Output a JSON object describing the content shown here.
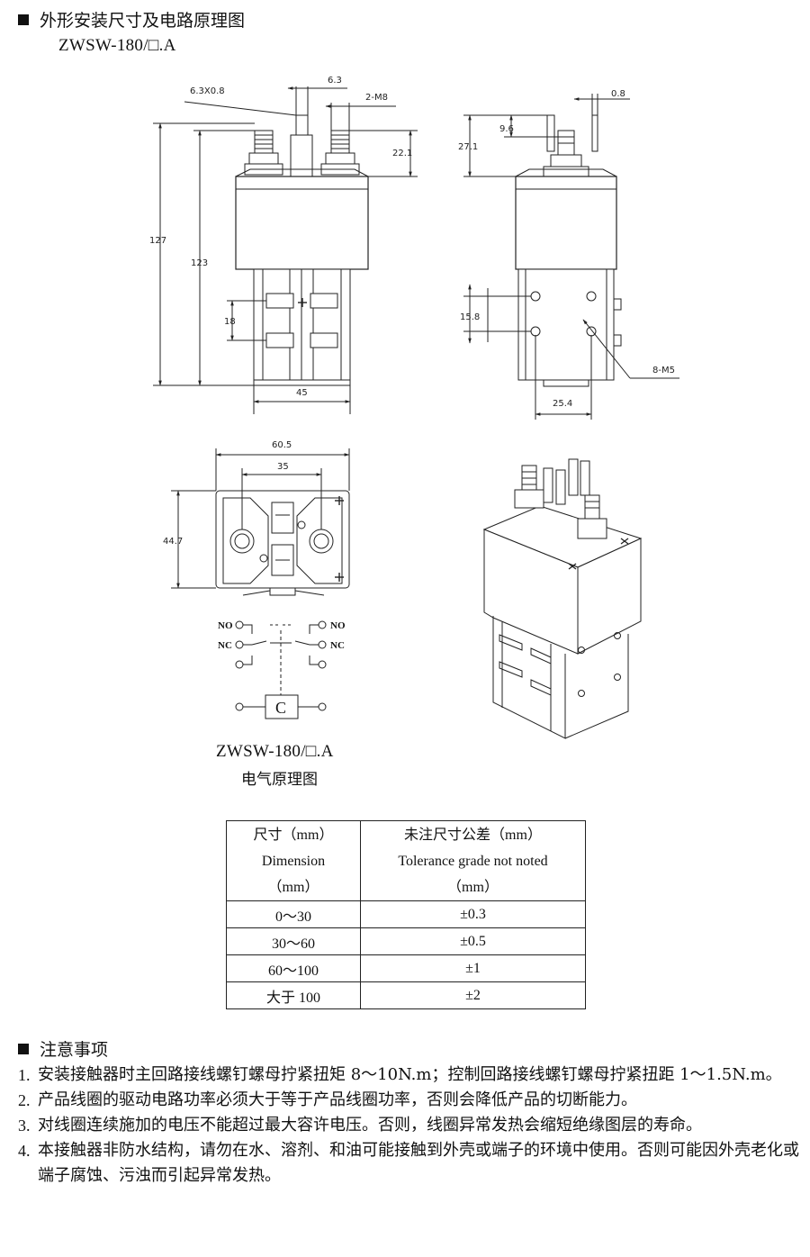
{
  "section1": {
    "title": "外形安装尺寸及电路原理图",
    "model": "ZWSW-180/□.A"
  },
  "front_view": {
    "dim_terminal": "6.3X0.8",
    "dim_top": "6.3",
    "dim_thread": "2-M8",
    "dim_stud": "22.1",
    "dim_total_height": "127",
    "dim_body_height": "123",
    "dim_tab_spacing": "18",
    "dim_width": "45"
  },
  "side_view": {
    "dim_gap": "0.8",
    "dim_tab": "9.6",
    "dim_stud": "27.1",
    "dim_hole_spacing": "15.8",
    "dim_holes": "8-M5",
    "dim_base": "25.4"
  },
  "top_view": {
    "dim_width": "60.5",
    "dim_stud_spacing": "35",
    "dim_depth": "44.7"
  },
  "circuit": {
    "labels": {
      "no": "NO",
      "nc": "NC",
      "coil": "C"
    },
    "model": "ZWSW-180/□.A",
    "caption": "电气原理图"
  },
  "table": {
    "header_col1": [
      "尺寸（mm）",
      "Dimension",
      "（mm）"
    ],
    "header_col2": [
      "未注尺寸公差（mm）",
      "Tolerance grade not noted",
      "（mm）"
    ],
    "rows": [
      {
        "range": "0～30",
        "tol": "±0.3"
      },
      {
        "range": "30～60",
        "tol": "±0.5"
      },
      {
        "range": "60～100",
        "tol": "±1"
      },
      {
        "range": "大于 100",
        "tol": "±2"
      }
    ]
  },
  "notes": {
    "title": "注意事项",
    "items": [
      {
        "num": "1.",
        "text": "安装接触器时主回路接线螺钉螺母拧紧扭矩 8～10N.m；控制回路接线螺钉螺母拧紧扭距 1～1.5N.m。"
      },
      {
        "num": "2.",
        "text": "产品线圈的驱动电路功率必须大于等于产品线圈功率，否则会降低产品的切断能力。"
      },
      {
        "num": "3.",
        "text": "对线圈连续施加的电压不能超过最大容许电压。否则，线圈异常发热会缩短绝缘图层的寿命。"
      },
      {
        "num": "4.",
        "text": "本接触器非防水结构，请勿在水、溶剂、和油可能接触到外壳或端子的环境中使用。否则可能因外壳老化或端子腐蚀、污浊而引起异常发热。"
      }
    ]
  }
}
